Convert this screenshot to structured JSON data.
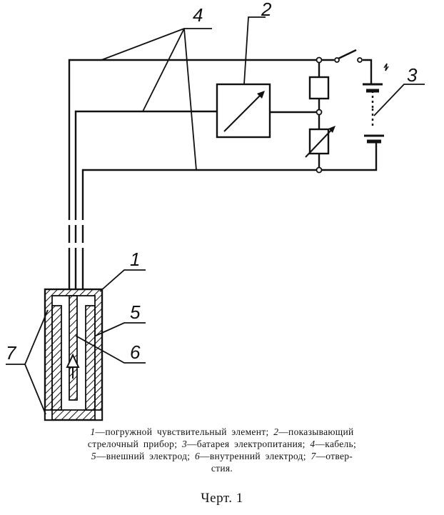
{
  "diagram": {
    "labels": {
      "immersion_element": "1",
      "indicating_instrument": "2",
      "battery": "3",
      "cable": "4",
      "outer_electrode": "5",
      "inner_electrode": "6",
      "holes": "7"
    }
  },
  "legend": {
    "lines": [
      [
        {
          "num": "1",
          "text": "—погружной чувствительный элемент; "
        },
        {
          "num": "2",
          "text": "—показывающий"
        }
      ],
      [
        {
          "num": "",
          "text": "стрелочный прибор; "
        },
        {
          "num": "3",
          "text": "—батарея электропитания; "
        },
        {
          "num": "4",
          "text": "—кабель;"
        }
      ],
      [
        {
          "num": "5",
          "text": "—внешний электрод; "
        },
        {
          "num": "6",
          "text": "—внутренний электрод; "
        },
        {
          "num": "7",
          "text": "—отвер-"
        }
      ],
      [
        {
          "num": "",
          "text": "стия."
        }
      ]
    ]
  },
  "caption": "Черт. 1"
}
